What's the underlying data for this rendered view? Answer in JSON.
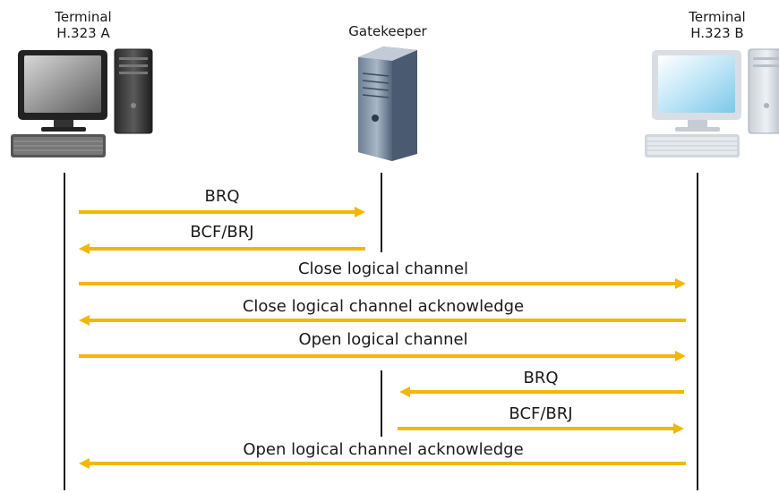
{
  "participants": {
    "terminal_a": {
      "line1": "Terminal",
      "line2": "H.323 A"
    },
    "gatekeeper": {
      "line1": "Gatekeeper"
    },
    "terminal_b": {
      "line1": "Terminal",
      "line2": "H.323 B"
    }
  },
  "colors": {
    "arrow": "#f2b705",
    "lifeline": "#1a1a1a",
    "terminal_a_screen": "#9a9a9a",
    "terminal_b_screen": "#bfe6f7",
    "gatekeeper_server": "#8fa0b4"
  },
  "icons": {
    "terminal_a": "desktop-computer-icon",
    "gatekeeper": "server-tower-icon",
    "terminal_b": "desktop-computer-icon"
  },
  "messages": [
    {
      "label": "BRQ",
      "from": "terminal_a",
      "to": "gatekeeper"
    },
    {
      "label": "BCF/BRJ",
      "from": "gatekeeper",
      "to": "terminal_a"
    },
    {
      "label": "Close logical channel",
      "from": "terminal_a",
      "to": "terminal_b"
    },
    {
      "label": "Close logical channel acknowledge",
      "from": "terminal_b",
      "to": "terminal_a"
    },
    {
      "label": "Open logical channel",
      "from": "terminal_a",
      "to": "terminal_b"
    },
    {
      "label": "BRQ",
      "from": "terminal_b",
      "to": "gatekeeper"
    },
    {
      "label": "BCF/BRJ",
      "from": "gatekeeper",
      "to": "terminal_b"
    },
    {
      "label": "Open logical channel acknowledge",
      "from": "terminal_b",
      "to": "terminal_a"
    }
  ]
}
